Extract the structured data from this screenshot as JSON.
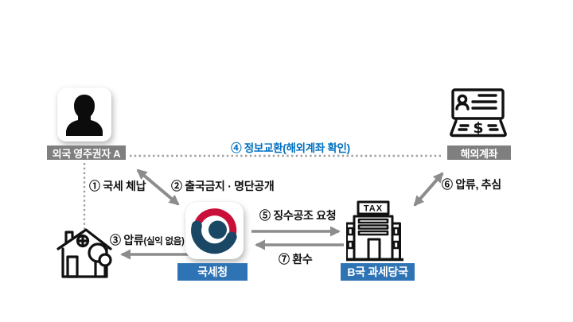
{
  "nodes": {
    "resident": {
      "label": "외국 영주권자 A"
    },
    "overseas_account": {
      "label": "해외계좌",
      "symbol": "$"
    },
    "nts": {
      "label": "국세청"
    },
    "foreign_tax_authority": {
      "label": "B국 과세당국",
      "sign": "TAX"
    }
  },
  "flows": {
    "tax_delinquency": "① 국세 체납",
    "departure_ban": "② 출국금지 · 명단공개",
    "seizure_main": "③ 압류",
    "seizure_note": "(실익 없음)",
    "info_exchange": "④ 정보교환(해외계좌 확인)",
    "collection_assist": "⑤ 징수공조 요청",
    "seizure_collection": "⑥ 압류, 추심",
    "recovery": "⑦ 환수"
  },
  "colors": {
    "label_gray": "#7F7F7F",
    "label_blue": "#2E74B5",
    "flow_blue_text": "#0070C0",
    "arrow_gray": "#8C8C8C",
    "logo_red": "#C81039",
    "logo_navy": "#1A4864",
    "icon_black": "#111111"
  }
}
